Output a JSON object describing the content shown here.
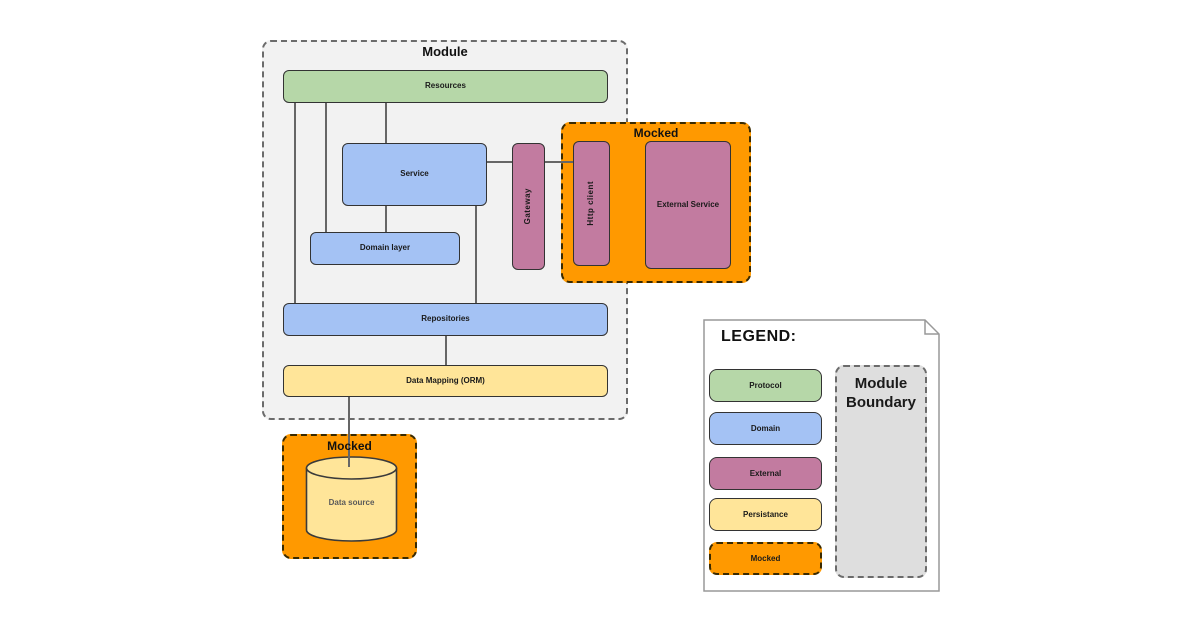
{
  "module": {
    "title": "Module",
    "resources_label": "Resources",
    "service_label": "Service",
    "gateway_label": "Gateway",
    "domain_layer_label": "Domain layer",
    "repositories_label": "Repositories",
    "data_mapping_label": "Data Mapping (ORM)"
  },
  "mocked_external": {
    "title": "Mocked",
    "http_client_label": "Http client",
    "external_service_label": "External Service"
  },
  "mocked_datasource": {
    "title": "Mocked",
    "data_source_label": "Data source"
  },
  "legend": {
    "title": "LEGEND:",
    "items": [
      {
        "label": "Protocol",
        "color": "#b6d7a8"
      },
      {
        "label": "Domain",
        "color": "#a4c2f4"
      },
      {
        "label": "External",
        "color": "#c27ba0"
      },
      {
        "label": "Persistance",
        "color": "#ffe599"
      },
      {
        "label": "Mocked",
        "color": "#ff9900"
      }
    ],
    "module_boundary_label": "Module Boundary"
  },
  "colors": {
    "protocol": "#b6d7a8",
    "domain": "#a4c2f4",
    "external": "#c27ba0",
    "persistence": "#ffe599",
    "mocked": "#ff9900",
    "module_fill": "#f2f2f2",
    "boundary_legend_fill": "#dedede",
    "connector": "#666666"
  }
}
